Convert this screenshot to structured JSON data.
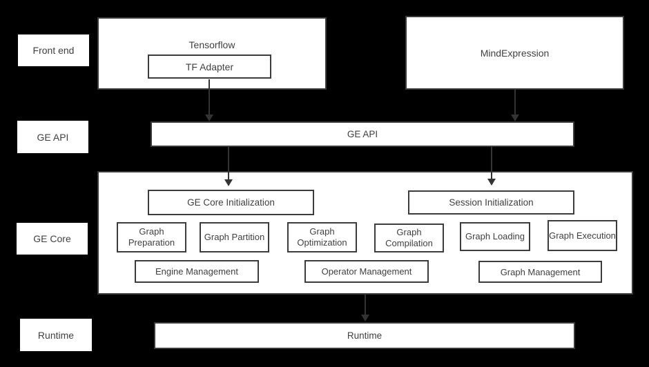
{
  "diagram": {
    "row_labels": {
      "front_end": "Front end",
      "ge_api": "GE API",
      "ge_core": "GE Core",
      "runtime": "Runtime"
    },
    "front_end": {
      "tensorflow_label": "Tensorflow",
      "tf_adapter_label": "TF Adapter",
      "mindexpression_label": "MindExpression"
    },
    "ge_api_bar_label": "GE API",
    "ge_core": {
      "core_initialization_label": "GE Core Initialization",
      "session_initialization_label": "Session Initialization",
      "modules": [
        "Graph Preparation",
        "Graph Partition",
        "Graph Optimization",
        "Graph Compilation",
        "Graph Loading",
        "Graph Execution"
      ],
      "management": [
        "Engine Management",
        "Operator Management",
        "Graph Management"
      ]
    },
    "runtime_bar_label": "Runtime",
    "colors": {
      "background": "#000000",
      "box_fill": "#ffffff",
      "border": "#3b3b3b",
      "text": "#3f3f3f",
      "arrow": "#333333"
    }
  }
}
